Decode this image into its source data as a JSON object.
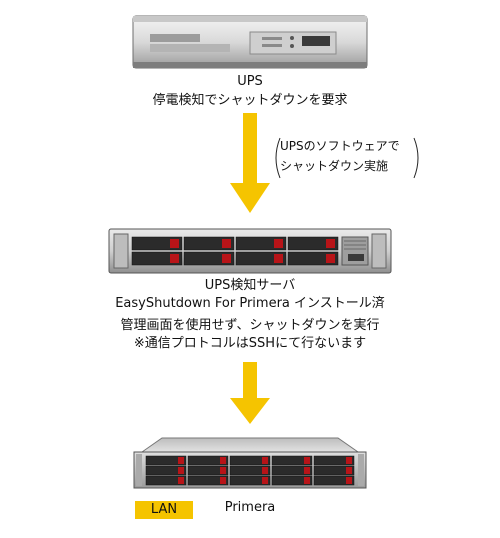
{
  "ups": {
    "label": "UPS",
    "description": "停電検知でシャットダウンを要求"
  },
  "note": {
    "line1": "UPSのソフトウェアで",
    "line2": "シャットダウン実施"
  },
  "server": {
    "label": "UPS検知サーバ",
    "software": "EasyShutdown For Primera インストール済",
    "description1": "管理画面を使用せず、シャットダウンを実行",
    "description2": "※通信プロトコルはSSHにて行ないます"
  },
  "storage": {
    "label": "Primera"
  },
  "lan": {
    "label": "LAN"
  },
  "colors": {
    "arrow": "#F5C400",
    "lan_bg": "#F5C400",
    "drive_red": "#B81418"
  }
}
